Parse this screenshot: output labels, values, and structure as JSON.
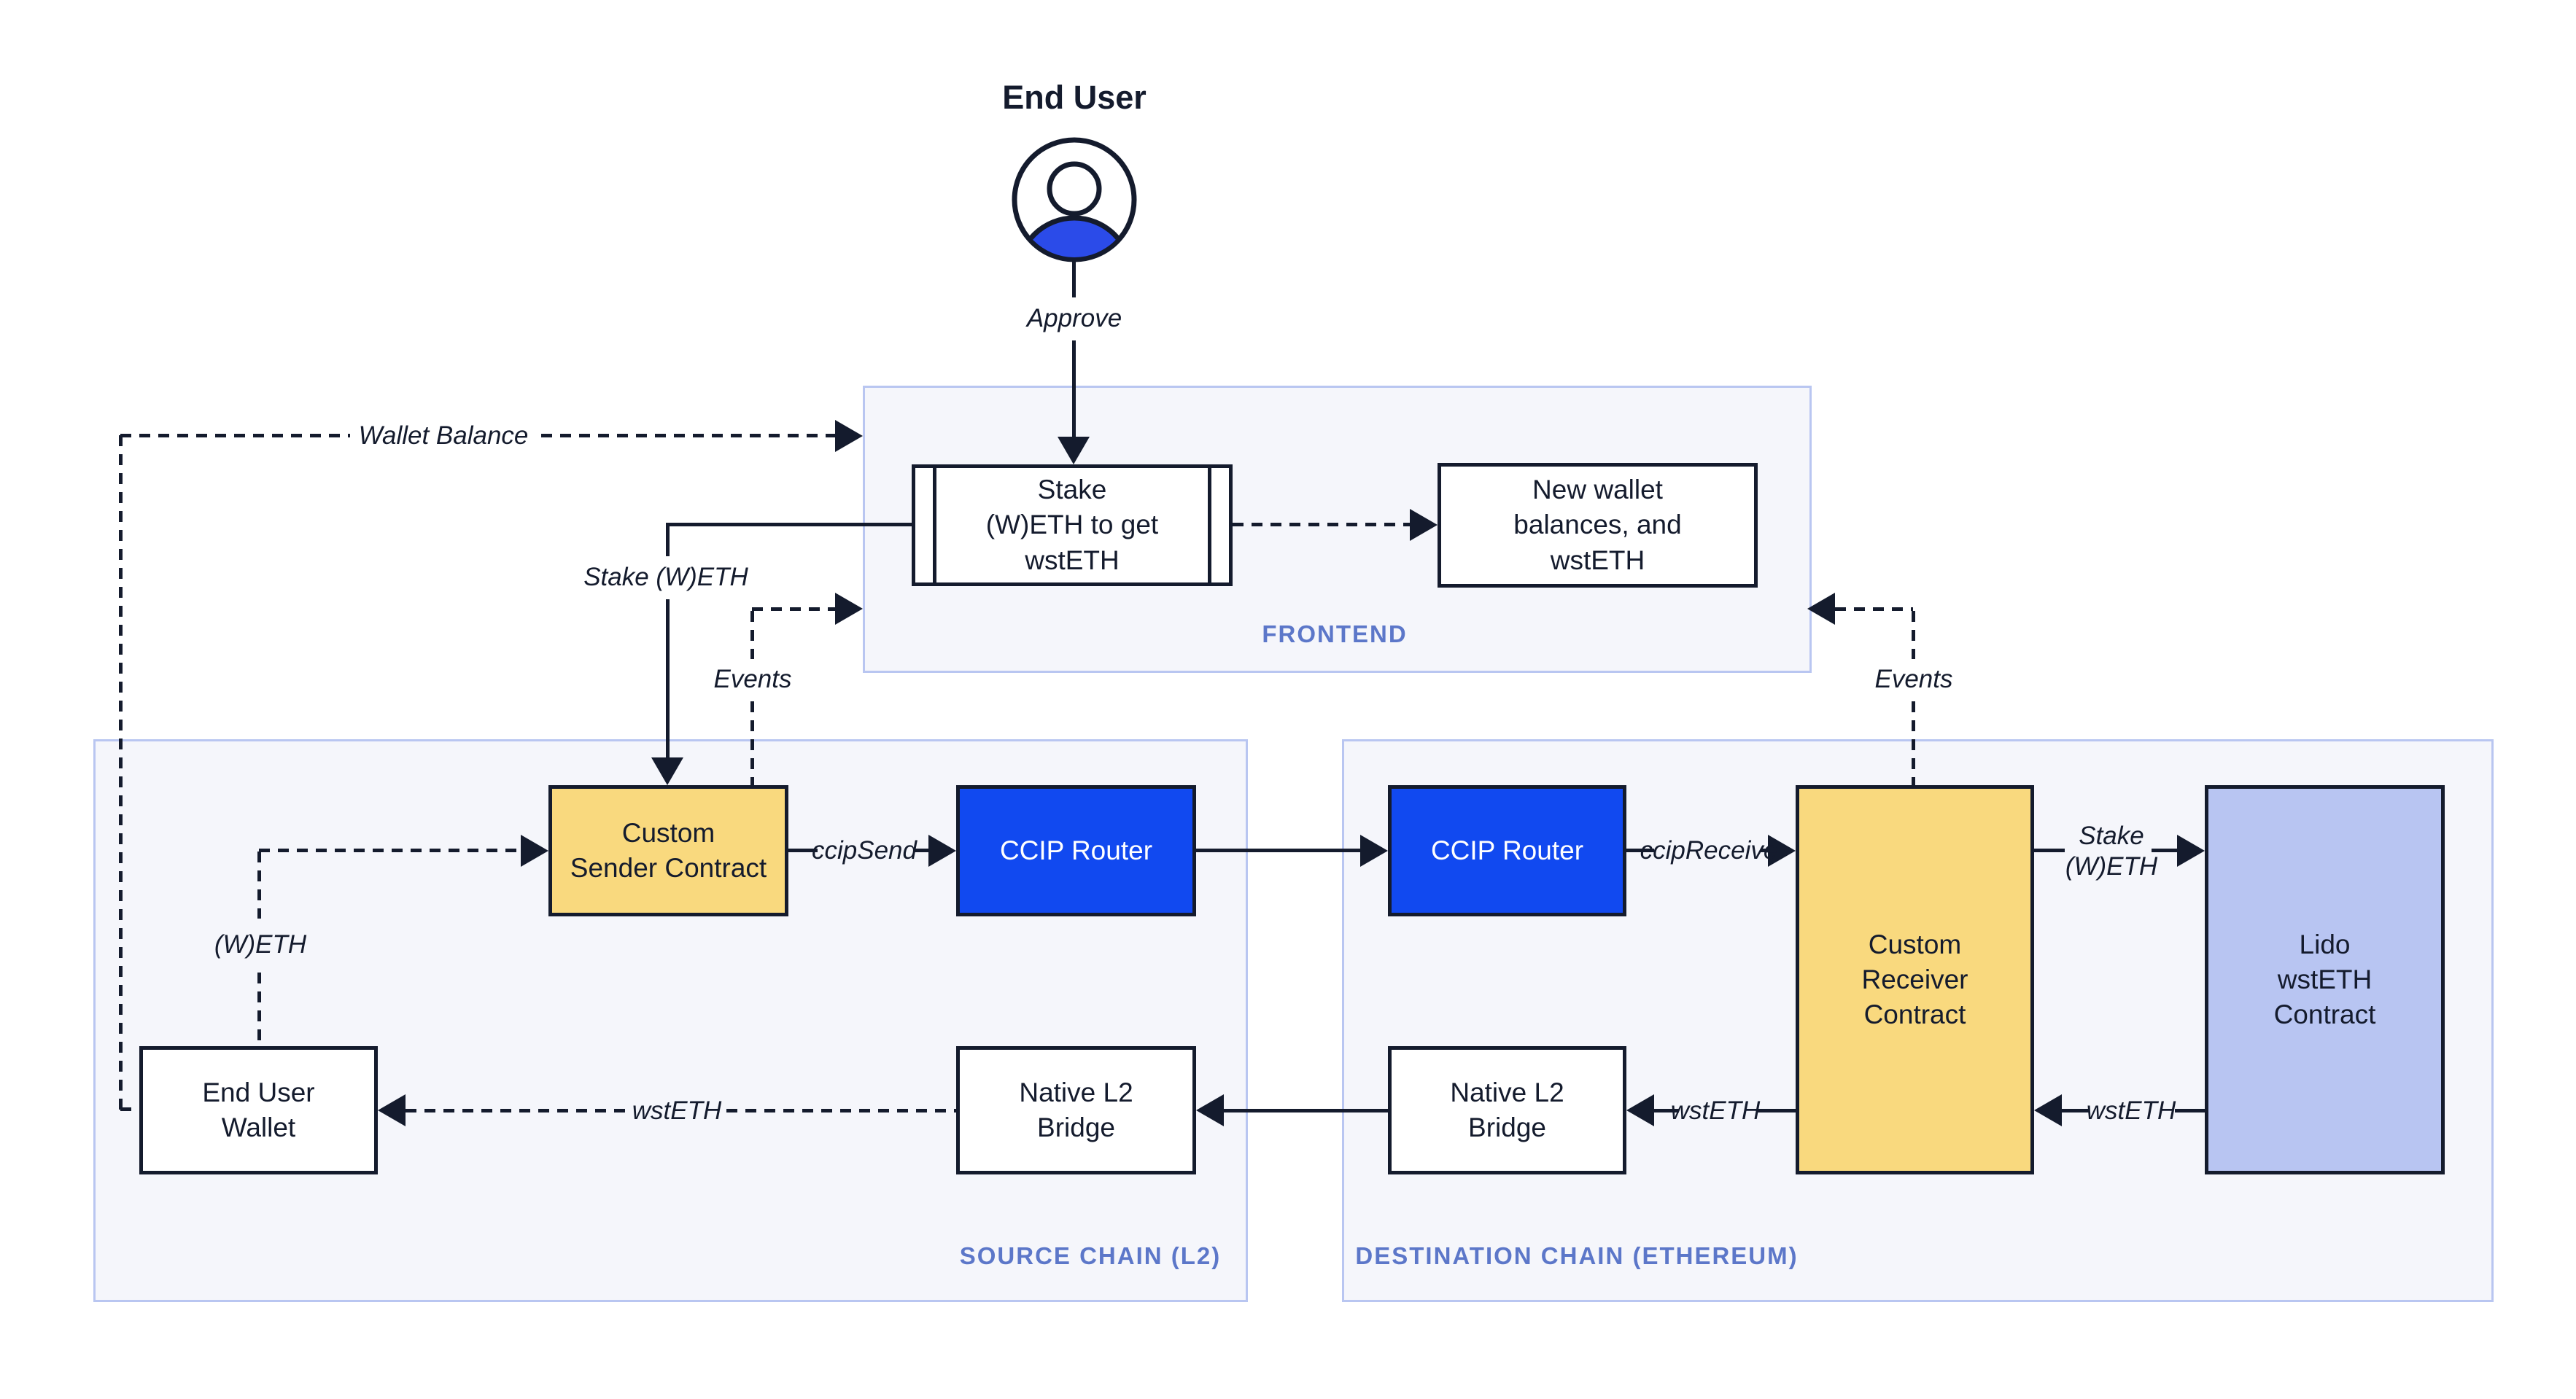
{
  "title": "End User",
  "icons": {
    "user": "user-icon"
  },
  "colors": {
    "canvas_bg": "#FFFFFF",
    "ink": "#141B2D",
    "ccip_blue": "#1149F0",
    "router_text": "#FFFFFF",
    "contract_yellow": "#F9D97E",
    "lido_periwinkle": "#B8C5F2",
    "panel_fill": "#F5F6FB",
    "panel_border": "#B9C6F1",
    "zone_label": "#5C77C9",
    "user_blue": "#2B4BE9"
  },
  "frontend": {
    "label": "FRONTEND",
    "stake_box": "Stake\n(W)ETH to get\nwstETH",
    "new_wallet_box": "New wallet\nbalances, and\nwstETH"
  },
  "source_chain": {
    "label": "SOURCE CHAIN (L2)",
    "custom_sender": "Custom\nSender Contract",
    "ccip_router": "CCIP Router",
    "end_user_wallet": "End User\nWallet",
    "native_bridge": "Native L2\nBridge"
  },
  "destination_chain": {
    "label": "DESTINATION CHAIN (ETHEREUM)",
    "ccip_router": "CCIP Router",
    "custom_receiver": "Custom\nReceiver\nContract",
    "lido_contract": "Lido\nwstETH\nContract",
    "native_bridge": "Native L2\nBridge"
  },
  "edge_labels": {
    "approve": "Approve",
    "wallet_balance": "Wallet Balance",
    "stake_weth": "Stake (W)ETH",
    "events_left": "Events",
    "events_right": "Events",
    "ccip_send": "ccipSend",
    "ccip_receive": "ccipReceive",
    "stake_weth_right": "Stake\n(W)ETH",
    "weth": "(W)ETH",
    "wsteth_to_wallet": "wstETH",
    "wsteth_to_bridge": "wstETH",
    "wsteth_from_lido": "wstETH"
  }
}
